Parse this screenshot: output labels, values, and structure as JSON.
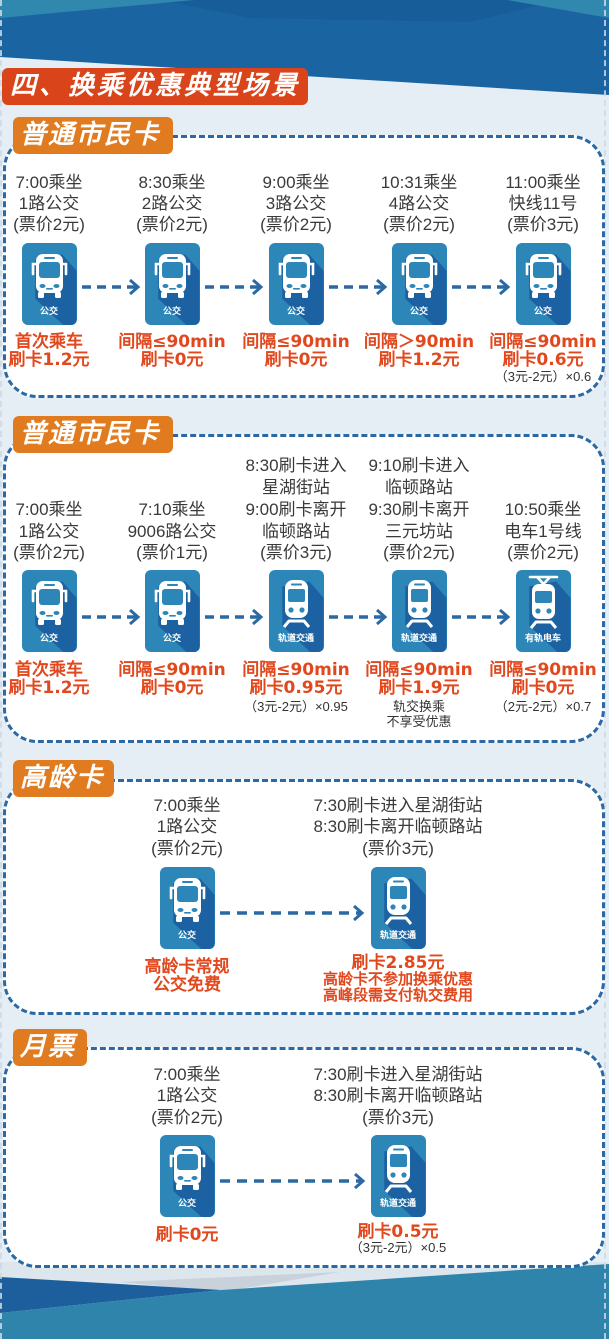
{
  "section_title": "四、换乘优惠典型场景",
  "colors": {
    "title_bg": "#d9441b",
    "label_bg": "#e07c1f",
    "header_blue": "#1b64a2",
    "card_border": "#2a69a3",
    "result_red": "#e2481e",
    "icon_blue": "#2c86b7"
  },
  "scenarios": [
    {
      "card_type": "普通市民卡",
      "steps": [
        {
          "info": [
            "7:00乘坐",
            "1路公交",
            "(票价2元)"
          ],
          "icon": "bus-icon",
          "mode": "公交",
          "result": [
            "首次乘车",
            "刷卡1.2元"
          ]
        },
        {
          "info": [
            "8:30乘坐",
            "2路公交",
            "(票价2元)"
          ],
          "icon": "bus-icon",
          "mode": "公交",
          "result": [
            "间隔≤90min",
            "刷卡0元"
          ]
        },
        {
          "info": [
            "9:00乘坐",
            "3路公交",
            "(票价2元)"
          ],
          "icon": "bus-icon",
          "mode": "公交",
          "result": [
            "间隔≤90min",
            "刷卡0元"
          ]
        },
        {
          "info": [
            "10:31乘坐",
            "4路公交",
            "(票价2元)"
          ],
          "icon": "bus-icon",
          "mode": "公交",
          "result": [
            "间隔＞90min",
            "刷卡1.2元"
          ]
        },
        {
          "info": [
            "11:00乘坐",
            "快线11号",
            "(票价3元)"
          ],
          "icon": "bus-icon",
          "mode": "公交",
          "result": [
            "间隔≤90min",
            "刷卡0.6元"
          ],
          "note": [
            "（3元-2元）×0.6"
          ]
        }
      ]
    },
    {
      "card_type": "普通市民卡",
      "steps": [
        {
          "info": [
            "7:00乘坐",
            "1路公交",
            "(票价2元)"
          ],
          "icon": "bus-icon",
          "mode": "公交",
          "result": [
            "首次乘车",
            "刷卡1.2元"
          ]
        },
        {
          "info": [
            "7:10乘坐",
            "9006路公交",
            "(票价1元)"
          ],
          "icon": "bus-icon",
          "mode": "公交",
          "result": [
            "间隔≤90min",
            "刷卡0元"
          ]
        },
        {
          "info": [
            "8:30刷卡进入",
            "星湖街站",
            "9:00刷卡离开",
            "临顿路站",
            "(票价3元)"
          ],
          "icon": "metro-train-icon",
          "mode": "轨道交通",
          "result": [
            "间隔≤90min",
            "刷卡0.95元"
          ],
          "note": [
            "（3元-2元）×0.95"
          ]
        },
        {
          "info": [
            "9:10刷卡进入",
            "临顿路站",
            "9:30刷卡离开",
            "三元坊站",
            "(票价2元)"
          ],
          "icon": "metro-train-icon",
          "mode": "轨道交通",
          "result": [
            "间隔≤90min",
            "刷卡1.9元"
          ],
          "note": [
            "轨交换乘",
            "不享受优惠"
          ]
        },
        {
          "info": [
            "10:50乘坐",
            "电车1号线",
            "(票价2元)"
          ],
          "icon": "tram-icon",
          "mode": "有轨电车",
          "result": [
            "间隔≤90min",
            "刷卡0元"
          ],
          "note": [
            "（2元-2元）×0.7"
          ]
        }
      ]
    },
    {
      "card_type": "高龄卡",
      "steps": [
        {
          "info": [
            "7:00乘坐",
            "1路公交",
            "(票价2元)"
          ],
          "icon": "bus-icon",
          "mode": "公交",
          "result": [
            "高龄卡常规",
            "公交免费"
          ]
        },
        {
          "info": [
            "7:30刷卡进入星湖街站",
            "8:30刷卡离开临顿路站",
            "(票价3元)"
          ],
          "icon": "metro-train-icon",
          "mode": "轨道交通",
          "result": [
            "刷卡2.85元"
          ],
          "result_detail": [
            "高龄卡不参加换乘优惠",
            "高峰段需支付轨交费用"
          ]
        }
      ]
    },
    {
      "card_type": "月票",
      "steps": [
        {
          "info": [
            "7:00乘坐",
            "1路公交",
            "(票价2元)"
          ],
          "icon": "bus-icon",
          "mode": "公交",
          "result": [
            "刷卡0元"
          ]
        },
        {
          "info": [
            "7:30刷卡进入星湖街站",
            "8:30刷卡离开临顿路站",
            "(票价3元)"
          ],
          "icon": "metro-train-icon",
          "mode": "轨道交通",
          "result": [
            "刷卡0.5元"
          ],
          "note": [
            "（3元-2元）×0.5"
          ]
        }
      ]
    }
  ]
}
